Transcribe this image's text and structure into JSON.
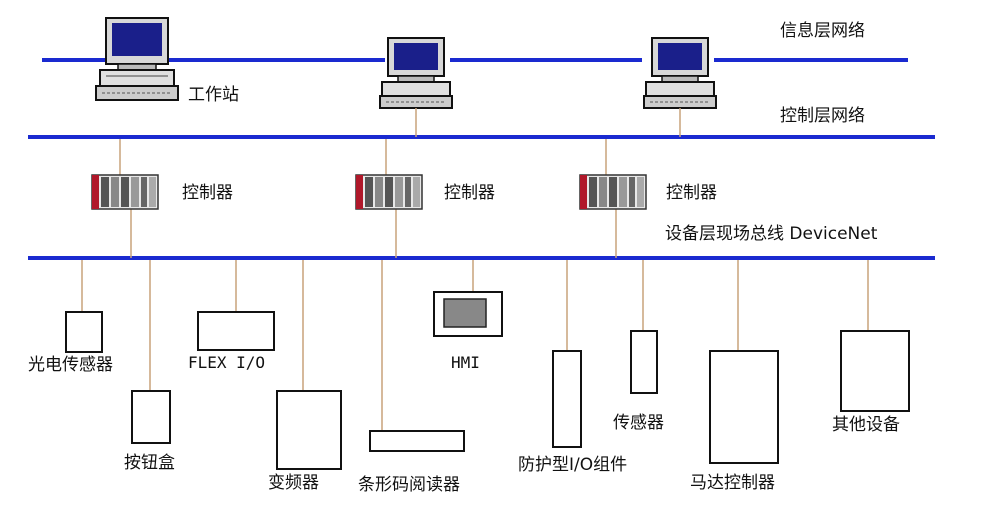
{
  "networks": {
    "info": "信息层网络",
    "control": "控制层网络",
    "device": "设备层现场总线 DeviceNet"
  },
  "workstation_label": "工作站",
  "controller_label": "控制器",
  "devices": {
    "photo_sensor": "光电传感器",
    "button_box": "按钮盒",
    "flex_io": "FLEX I/O",
    "vfd": "变频器",
    "barcode": "条形码阅读器",
    "hmi": "HMI",
    "protected_io": "防护型I/O组件",
    "sensor": "传感器",
    "motor_controller": "马达控制器",
    "other": "其他设备"
  },
  "colors": {
    "bus_line": "#1a2ad0",
    "drop_line": "#c8a27a",
    "box_border": "#111111",
    "screen_blue": "#1a1f8a",
    "controller_red": "#b0182a"
  }
}
